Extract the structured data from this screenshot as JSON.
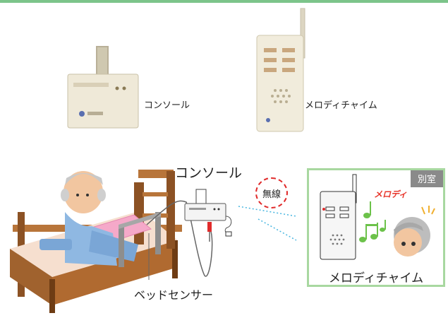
{
  "products": {
    "console_label": "コンソール",
    "chime_label": "メロディチャイム"
  },
  "diagram": {
    "console_label": "コンソール",
    "sensor_label": "ベッドセンサー",
    "wireless_label": "無線",
    "room_tag": "別室",
    "chime_label": "メロディチャイム",
    "melody_text": "メロディ"
  },
  "colors": {
    "top_bar": "#7cc48a",
    "room_border": "#a8d8a0",
    "wireless_ring": "#e02a2a",
    "bed_wood": "#a0622e",
    "sensor_mat": "#f5a9c9",
    "note_green": "#6cc24a"
  }
}
